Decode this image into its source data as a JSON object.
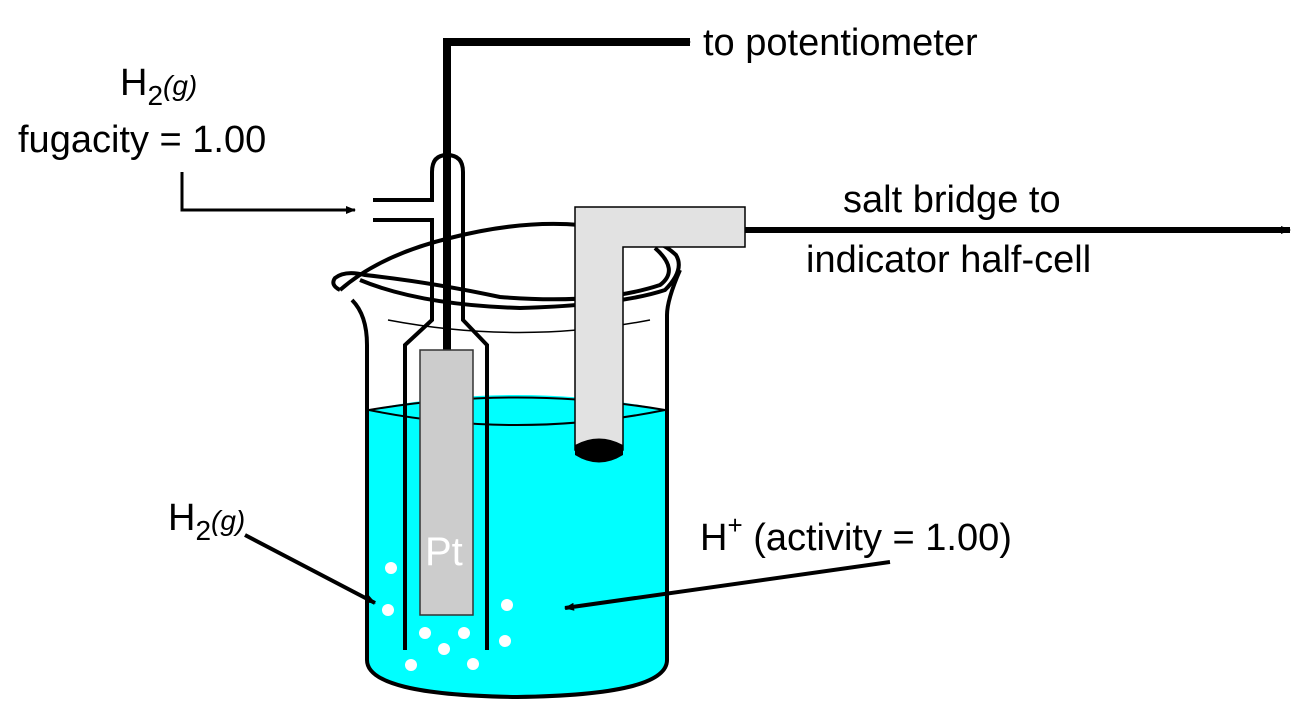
{
  "labels": {
    "h2_gas_top": "H",
    "h2_gas_top_sub": "2",
    "h2_gas_top_state": "(g)",
    "fugacity": "fugacity = 1.00",
    "to_potentiometer": "to potentiometer",
    "salt_bridge_line1": "salt bridge to",
    "salt_bridge_line2": "indicator half-cell",
    "electrode": "Pt",
    "h2_bubbles": "H",
    "h2_bubbles_sub": "2",
    "h2_bubbles_state": "(g)",
    "h_plus": "H",
    "h_plus_sup": "+",
    "activity": " (activity = 1.00)"
  },
  "colors": {
    "solution": "#00ffff",
    "electrode": "#cccccc",
    "salt_bridge": "#e2e2e2"
  }
}
